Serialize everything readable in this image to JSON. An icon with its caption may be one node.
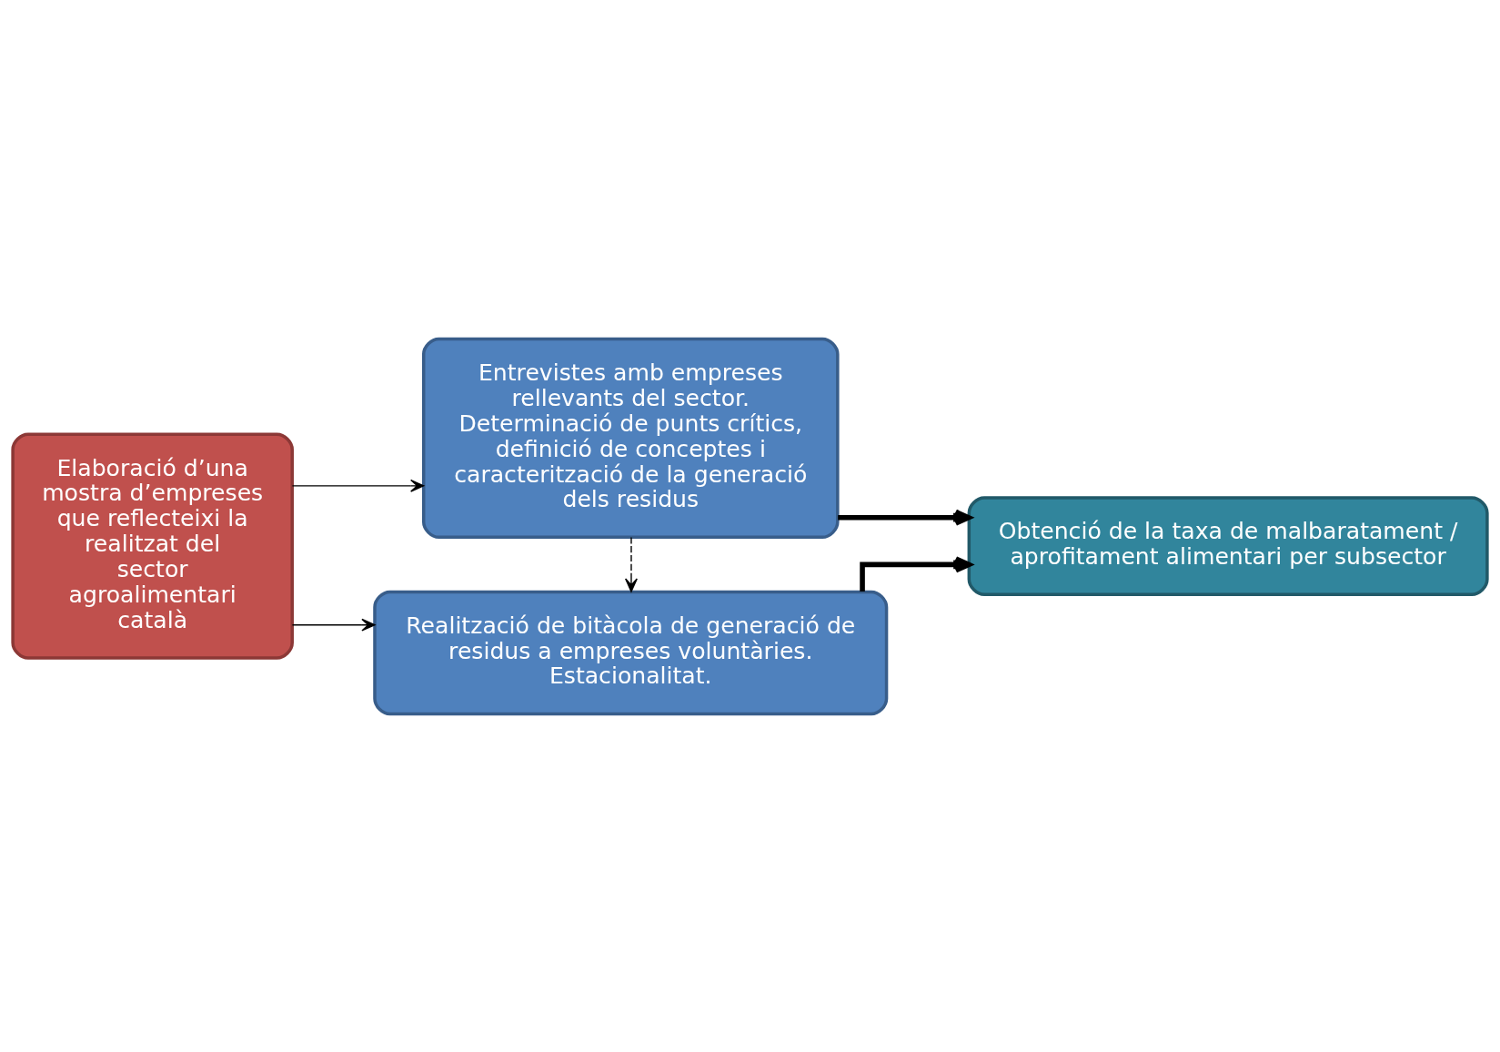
{
  "diagram": {
    "nodes": [
      {
        "text": [
          "Elaboració d’una mostra d’empreses que reflecteixi la realitzat del sector agroalimentari català"
        ]
      },
      {
        "text": [
          "Entrevistes amb empreses rellevants del sector. Determinació de punts crítics, definició de conceptes i caracterització de la generació dels residus"
        ]
      },
      {
        "text": [
          "Realització de bitàcola de generació de residus a empreses voluntàries. Estacionalitat."
        ]
      },
      {
        "text": [
          "Obtenció de la taxa de malbaratament / aprofitament alimentari per subsector"
        ]
      }
    ],
    "edges": [
      {
        "from": 0,
        "to": 1,
        "arrow": "to"
      },
      {
        "from": 0,
        "to": 2,
        "arrow": "to"
      },
      {
        "from": 1,
        "to": 2,
        "arrow": "to",
        "style": "dashed"
      },
      {
        "from": 1,
        "to": 3,
        "arrow": "to",
        "style": "thick"
      },
      {
        "from": 2,
        "to": 3,
        "arrow": "to",
        "style": "thick"
      }
    ]
  }
}
